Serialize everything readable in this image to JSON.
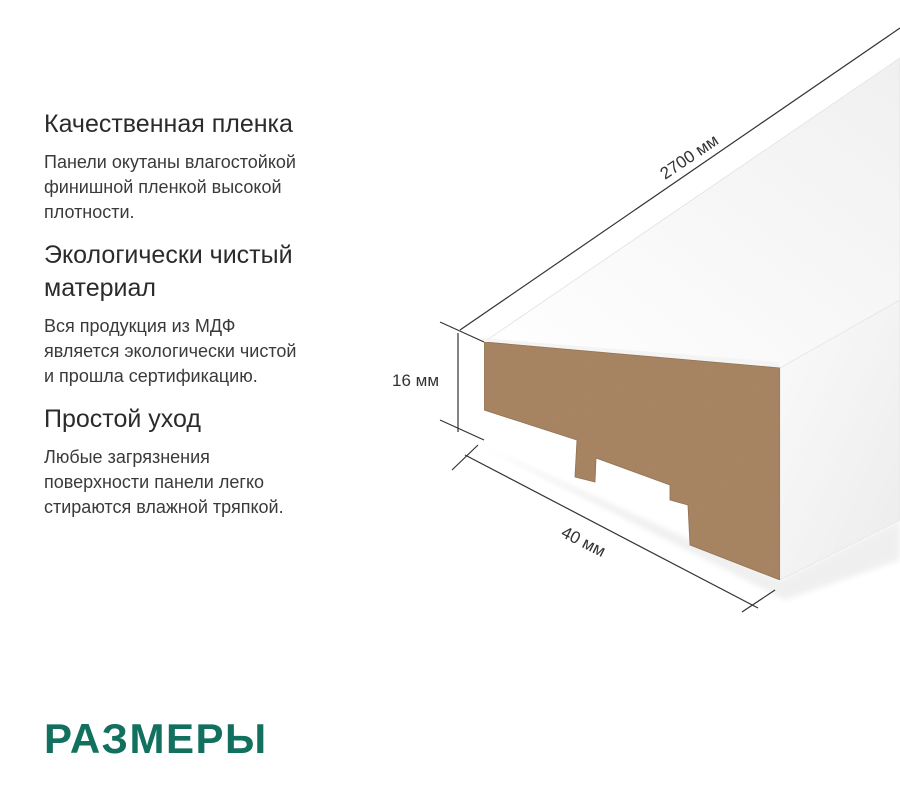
{
  "features": [
    {
      "title": "Качественная пленка",
      "text": [
        "Панели окутаны влагостойкой",
        "финишной пленкой высокой",
        "плотности."
      ]
    },
    {
      "title": [
        "Экологически чистый",
        "материал"
      ],
      "text": [
        "Вся продукция из МДФ",
        "является экологически чистой",
        "и прошла сертификацию."
      ]
    },
    {
      "title": "Простой уход",
      "text": [
        "Любые загрязнения",
        "поверхности панели легко",
        "стираются влажной тряпкой."
      ]
    }
  ],
  "dimensions": {
    "length": "2700 мм",
    "height": "16 мм",
    "width": "40 мм"
  },
  "footer": {
    "title": "РАЗМЕРЫ"
  },
  "colors": {
    "accent": "#12705e",
    "mdf": "#a9825e",
    "film": "#ffffff",
    "outline": "#333333"
  }
}
